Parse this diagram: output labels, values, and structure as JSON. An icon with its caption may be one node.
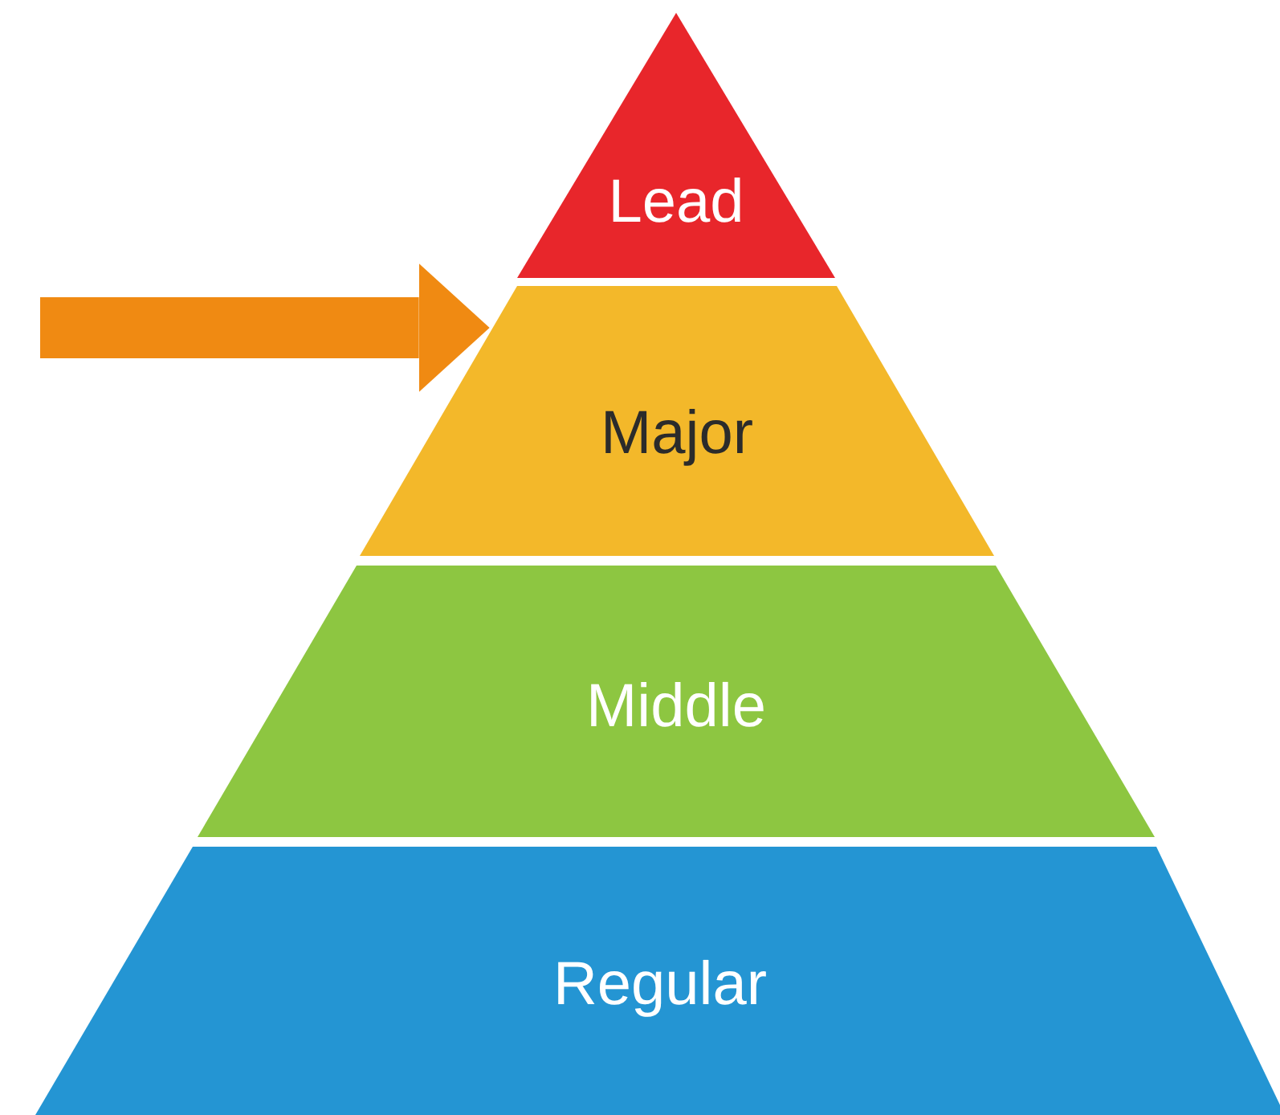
{
  "diagram": {
    "nodes": [
      {
        "text": [
          "Lead"
        ]
      },
      {
        "text": [
          "Major"
        ]
      },
      {
        "text": [
          "Middle"
        ]
      },
      {
        "text": [
          "Regular"
        ]
      }
    ],
    "edges": [
      {
        "from": null,
        "to": 1,
        "arrow": "to"
      }
    ]
  }
}
